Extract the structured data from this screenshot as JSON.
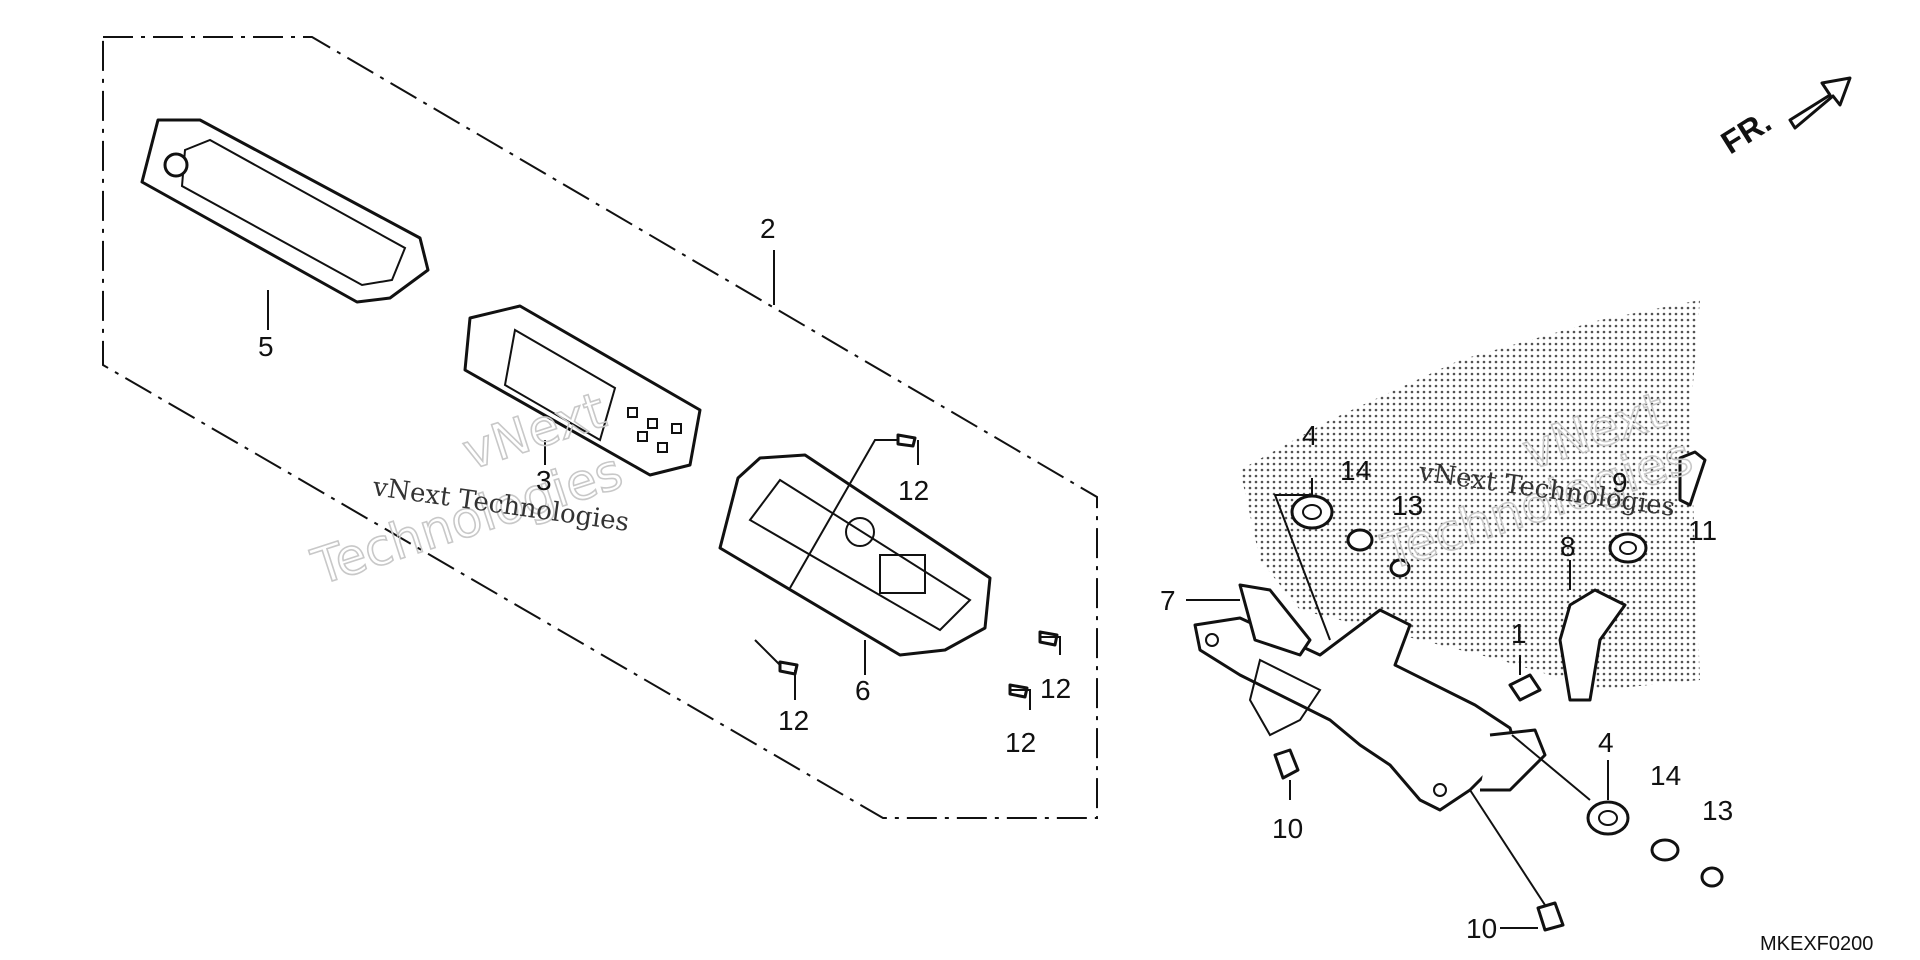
{
  "diagram": {
    "code": "MKEXF0200",
    "front_marker": "FR.",
    "watermarks": [
      {
        "text": "vNext Technologies",
        "style": "small"
      },
      {
        "text": "vNext Technologies",
        "style": "small"
      },
      {
        "text": "vNext",
        "style": "outline"
      },
      {
        "text": "Technologies",
        "style": "outline"
      },
      {
        "text": "vNext",
        "style": "outline"
      },
      {
        "text": "Technologies",
        "style": "outline"
      }
    ],
    "callouts": [
      {
        "id": "callout-2",
        "label": "2"
      },
      {
        "id": "callout-5",
        "label": "5"
      },
      {
        "id": "callout-3",
        "label": "3"
      },
      {
        "id": "callout-6",
        "label": "6"
      },
      {
        "id": "callout-12-a",
        "label": "12"
      },
      {
        "id": "callout-12-b",
        "label": "12"
      },
      {
        "id": "callout-12-c",
        "label": "12"
      },
      {
        "id": "callout-12-d",
        "label": "12"
      },
      {
        "id": "callout-4-top",
        "label": "4"
      },
      {
        "id": "callout-14-top",
        "label": "14"
      },
      {
        "id": "callout-13-top",
        "label": "13"
      },
      {
        "id": "callout-7",
        "label": "7"
      },
      {
        "id": "callout-9",
        "label": "9"
      },
      {
        "id": "callout-11",
        "label": "11"
      },
      {
        "id": "callout-8",
        "label": "8"
      },
      {
        "id": "callout-1",
        "label": "1"
      },
      {
        "id": "callout-10-a",
        "label": "10"
      },
      {
        "id": "callout-10-b",
        "label": "10"
      },
      {
        "id": "callout-4-bottom",
        "label": "4"
      },
      {
        "id": "callout-14-bottom",
        "label": "14"
      },
      {
        "id": "callout-13-bottom",
        "label": "13"
      }
    ]
  }
}
